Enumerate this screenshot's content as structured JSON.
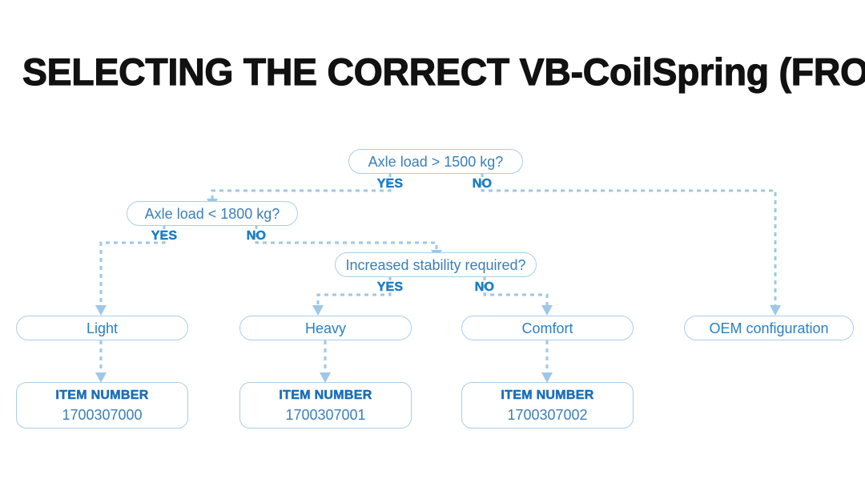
{
  "page": {
    "title": "SELECTING THE CORRECT VB-CoilSpring (FRONT AXLE)",
    "background": "#ffffff",
    "accent_line": "#9dc8e8",
    "accent_text": "#1b7ec4",
    "node_border": "#a8cee9",
    "node_text": "#3b7fb8"
  },
  "labels": {
    "yes": "YES",
    "no": "NO"
  },
  "chart_data": {
    "type": "diagram",
    "title": "SELECTING THE CORRECT VB-CoilSpring (FRONT AXLE)",
    "nodes": [
      {
        "id": "d1",
        "kind": "decision",
        "label": "Axle load > 1500 kg?"
      },
      {
        "id": "d2",
        "kind": "decision",
        "label": "Axle load < 1800 kg?"
      },
      {
        "id": "d3",
        "kind": "decision",
        "label": "Increased stability required?"
      },
      {
        "id": "o1",
        "kind": "outcome",
        "label": "Light"
      },
      {
        "id": "o2",
        "kind": "outcome",
        "label": "Heavy"
      },
      {
        "id": "o3",
        "kind": "outcome",
        "label": "Comfort"
      },
      {
        "id": "o4",
        "kind": "outcome",
        "label": "OEM configuration"
      },
      {
        "id": "i1",
        "kind": "item",
        "title": "ITEM NUMBER",
        "value": "1700307000"
      },
      {
        "id": "i2",
        "kind": "item",
        "title": "ITEM NUMBER",
        "value": "1700307001"
      },
      {
        "id": "i3",
        "kind": "item",
        "title": "ITEM NUMBER",
        "value": "1700307002"
      }
    ],
    "edges": [
      {
        "from": "d1",
        "to": "d2",
        "label": "YES"
      },
      {
        "from": "d1",
        "to": "o4",
        "label": "NO"
      },
      {
        "from": "d2",
        "to": "o1",
        "label": "YES"
      },
      {
        "from": "d2",
        "to": "d3",
        "label": "NO"
      },
      {
        "from": "d3",
        "to": "o2",
        "label": "YES"
      },
      {
        "from": "d3",
        "to": "o3",
        "label": "NO"
      },
      {
        "from": "o1",
        "to": "i1",
        "label": ""
      },
      {
        "from": "o2",
        "to": "i2",
        "label": ""
      },
      {
        "from": "o3",
        "to": "i3",
        "label": ""
      }
    ]
  },
  "decision1": {
    "label": "Axle load > 1500 kg?",
    "yes": "YES",
    "no": "NO"
  },
  "decision2": {
    "label": "Axle load < 1800 kg?",
    "yes": "YES",
    "no": "NO"
  },
  "decision3": {
    "label": "Increased stability required?",
    "yes": "YES",
    "no": "NO"
  },
  "outcomes": {
    "light": "Light",
    "heavy": "Heavy",
    "comfort": "Comfort",
    "oem": "OEM configuration"
  },
  "items": [
    {
      "title": "ITEM NUMBER",
      "number": "1700307000"
    },
    {
      "title": "ITEM NUMBER",
      "number": "1700307001"
    },
    {
      "title": "ITEM NUMBER",
      "number": "1700307002"
    }
  ]
}
